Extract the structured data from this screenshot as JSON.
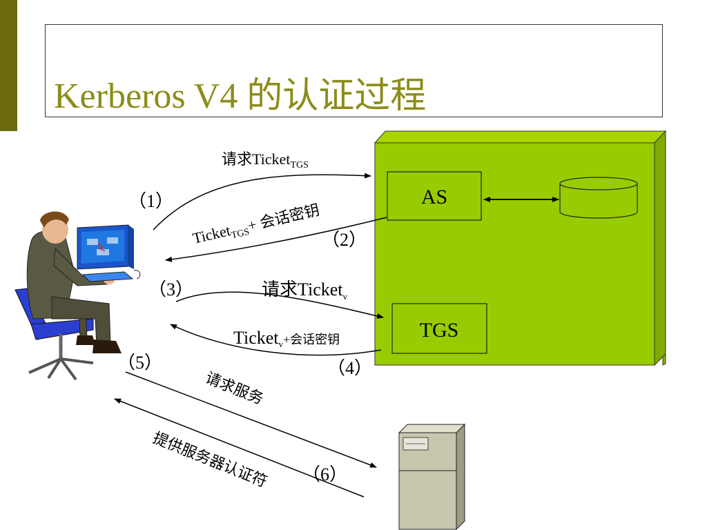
{
  "title": "Kerberos V4 的认证过程",
  "boxes": {
    "as": "AS",
    "tgs": "TGS"
  },
  "steps": {
    "s1": "（1）",
    "s2": "（2）",
    "s3": "（3）",
    "s4": "（4）",
    "s5": "（5）",
    "s6": "（6）"
  },
  "labels": {
    "req_tgs_main": "请求Ticket",
    "req_tgs_sub": "TGS",
    "resp_tgs_main": "Ticket",
    "resp_tgs_sub": "TGS",
    "resp_tgs_tail": "+ 会话密钥",
    "req_v_main": "请求Ticket",
    "req_v_sub": "v",
    "resp_v_main": "Ticket",
    "resp_v_sub": "v",
    "resp_v_tail": "+会话密钥",
    "req_service": "请求服务",
    "provide_auth": "提供服务器认证符"
  },
  "colors": {
    "accent_bar": "#6b6b0e",
    "title": "#8c8c1a",
    "green": "#99cc00",
    "server": "#c8c6ad"
  }
}
